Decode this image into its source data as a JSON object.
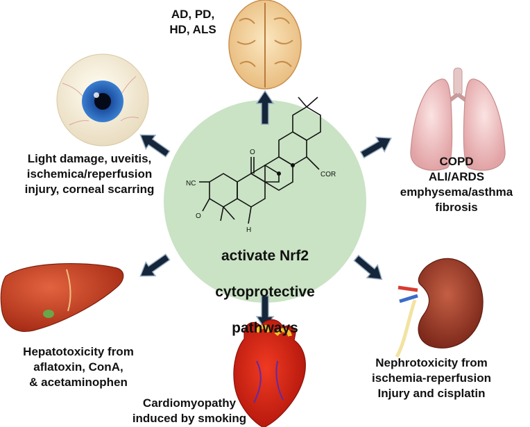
{
  "center": {
    "line1": "activate Nrf2",
    "line2": "cytoprotective",
    "line3": "pathways",
    "molecule": {
      "nc": "NC",
      "cor": "COR",
      "o_top": "O",
      "o_left": "O",
      "h": "H"
    }
  },
  "brain": {
    "label": "AD, PD,\nHD, ALS"
  },
  "eye": {
    "label": "Light damage, uveitis,\nischemica/reperfusion\ninjury, corneal scarring"
  },
  "lungs": {
    "label": "COPD\nALI/ARDS\nemphysema/asthma\nfibrosis"
  },
  "liver": {
    "label": "Hepatotoxicity from\naflatoxin, ConA,\n& acetaminophen"
  },
  "heart": {
    "label": "Cardiomyopathy\ninduced by smoking"
  },
  "kidney": {
    "label": "Nephrotoxicity from\nischemia-reperfusion\nInjury and cisplatin"
  },
  "colors": {
    "center_circle": "#c9e3c4",
    "arrow_fill": "#16263a",
    "arrow_stroke": "#9bb0c4"
  }
}
